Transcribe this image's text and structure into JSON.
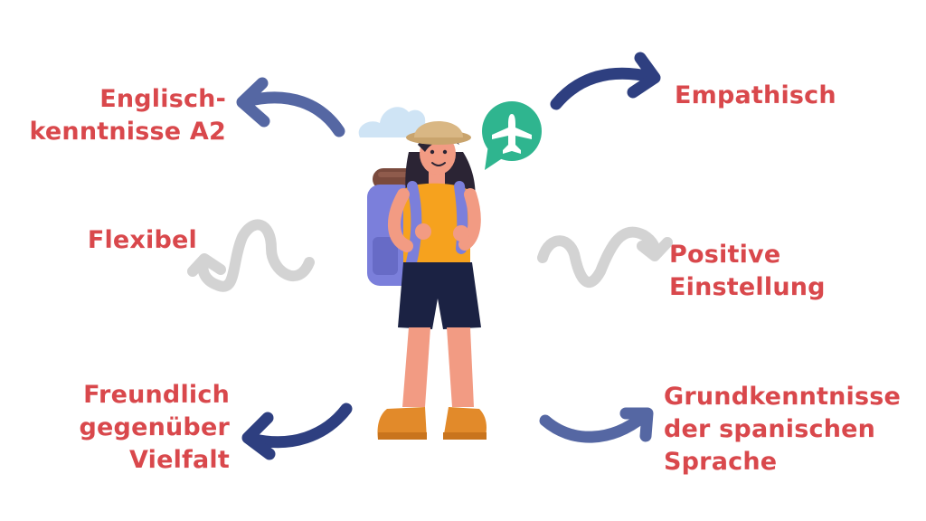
{
  "traits": {
    "top_left": "Englisch-\nkenntnisse A2",
    "mid_left": "Flexibel",
    "bottom_left": "Freundlich\ngegenüber\nVielfalt",
    "top_right": "Empathisch",
    "mid_right": "Positive\nEinstellung",
    "bottom_right": "Grundkenntnisse\nder spanischen\nSprache"
  },
  "colors": {
    "text": "#d9484c",
    "arrow_dark": "#2e3f80",
    "arrow_mid": "#5567a3",
    "arrow_grey": "#d3d3d3",
    "bubble": "#2fb58f",
    "cloud": "#cfe4f5",
    "shirt": "#f6a21e",
    "shorts": "#1b2243",
    "backpack": "#7b7fdb",
    "skin": "#f29b83",
    "hat": "#d9b784",
    "boots": "#e28a2a"
  },
  "icons": {
    "bubble": "airplane-icon",
    "figure": "traveler-illustration"
  }
}
